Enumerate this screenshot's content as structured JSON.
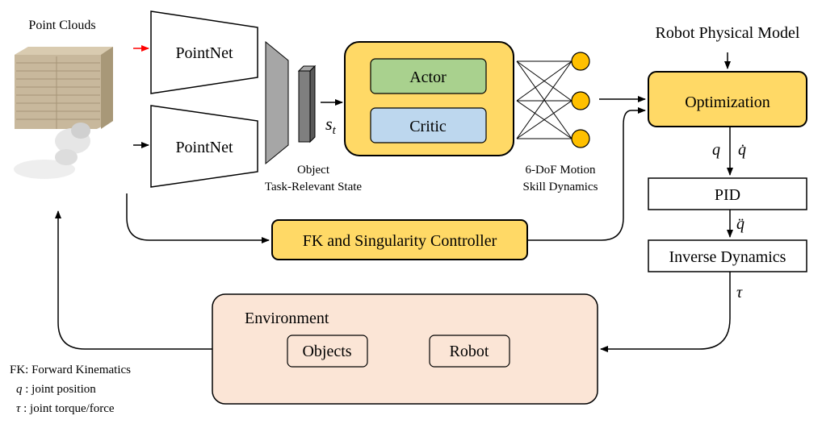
{
  "point_clouds": {
    "label": "Point Clouds"
  },
  "encoders": [
    {
      "label": "PointNet"
    },
    {
      "label": "PointNet"
    }
  ],
  "state": {
    "caption_line1": "Object",
    "caption_line2": "Task-Relevant State",
    "symbol": "s",
    "subscript": "t"
  },
  "policy": {
    "actor_label": "Actor",
    "critic_label": "Critic"
  },
  "dynamics": {
    "caption_line1": "6-DoF Motion",
    "caption_line2": "Skill Dynamics"
  },
  "fk_controller": {
    "label": "FK and Singularity Controller"
  },
  "robot_model": {
    "title": "Robot Physical Model",
    "optimization_label": "Optimization",
    "q_label": "q",
    "qdot_label": "q̇",
    "pid_label": "PID",
    "qddot_label": "q̈",
    "inverse_dynamics_label": "Inverse Dynamics",
    "tau_label": "τ"
  },
  "environment": {
    "title": "Environment",
    "objects_label": "Objects",
    "robot_label": "Robot"
  },
  "legend": {
    "line1": "FK: Forward Kinematics",
    "line2_symbol": "q",
    "line2_text": " : joint position",
    "line3_symbol": "τ",
    "line3_text": " : joint torque/force"
  },
  "colors": {
    "yellow": "#FFD966",
    "actor_green": "#A9D18E",
    "critic_blue": "#BDD7EE",
    "environment_fill": "#FBE5D6",
    "encoder_gray": "#A6A6A6",
    "state_gray": "#7F7F7F",
    "node_orange": "#FFC000",
    "arrow_red": "#FF0000"
  }
}
